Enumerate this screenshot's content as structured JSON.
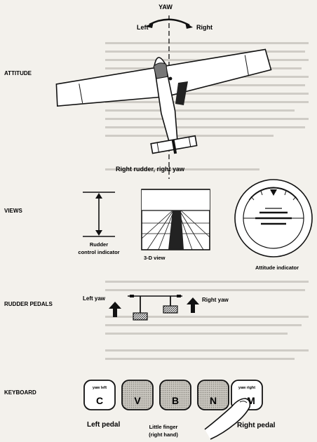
{
  "sections": {
    "attitude": "ATTITUDE",
    "views": "VIEWS",
    "rudder_pedals": "RUDDER PEDALS",
    "keyboard": "KEYBOARD"
  },
  "attitude": {
    "yaw": "YAW",
    "left": "Left",
    "right": "Right",
    "caption": "Right rudder, right yaw"
  },
  "views": {
    "rudder_caption_1": "Rudder",
    "rudder_caption_2": "control indicator",
    "view3d_caption": "3-D view",
    "attitude_caption": "Attitude indicator"
  },
  "pedals": {
    "left_yaw": "Left yaw",
    "right_yaw": "Right yaw"
  },
  "keyboard": {
    "keys": [
      {
        "letter": "C",
        "caption": "yaw left"
      },
      {
        "letter": "V",
        "caption": ""
      },
      {
        "letter": "B",
        "caption": ""
      },
      {
        "letter": "N",
        "caption": ""
      },
      {
        "letter": "M",
        "caption": "yaw right"
      }
    ],
    "left_pedal": "Left pedal",
    "right_pedal": "Right pedal",
    "finger_1": "Little finger",
    "finger_2": "(right hand)"
  }
}
